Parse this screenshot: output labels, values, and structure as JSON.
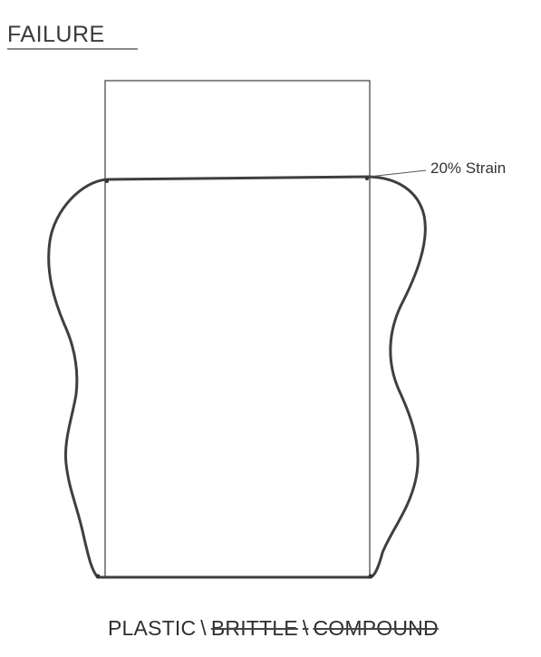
{
  "title": "FAILURE",
  "annotation": "20% Strain",
  "caption": {
    "active": "PLASTIC",
    "separator": "\\",
    "struck_1": "BRITTLE",
    "struck_2": "COMPOUND"
  },
  "colors": {
    "stroke": "#3a3a3a",
    "outline": "#3f3f3f"
  }
}
